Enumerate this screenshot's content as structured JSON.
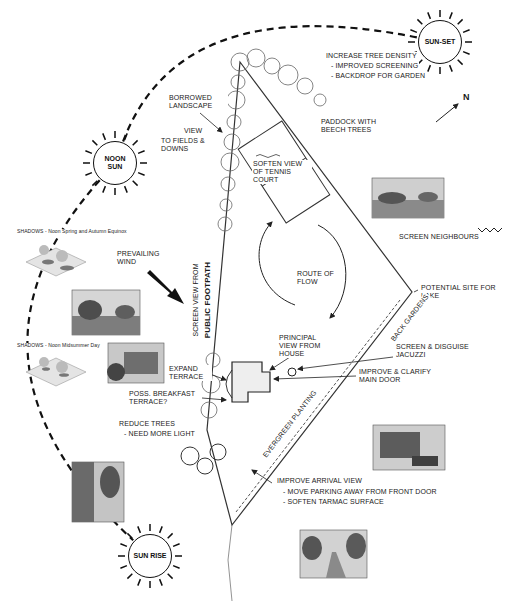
{
  "diagram": {
    "nodes": [
      {
        "text": [
          "SUN-SET"
        ]
      },
      {
        "text": [
          "NOON SUN"
        ]
      },
      {
        "text": [
          "SUN RISE"
        ]
      }
    ],
    "edges": [
      {
        "from": 1,
        "to": 0,
        "arrow": "none"
      },
      {
        "from": 1,
        "to": 2,
        "arrow": "none"
      }
    ],
    "labels": [
      "INCREASE TREE DENSITY",
      "- IMPROVED SCREENING",
      "- BACKDROP FOR GARDEN",
      "PADDOCK WITH BEECH TREES",
      "BORROWED LANDSCAPE",
      "VIEW",
      "TO FIELDS & DOWNS",
      "SOFTEN VIEW OF TENNIS COURT",
      "SCREEN VIEW FROM",
      "PUBLIC FOOTPATH",
      "PREVAILING WIND",
      "SCREEN NEIGHBOURS",
      "ROUTE OF FLOW",
      "POTENTIAL SITE FOR LAKE",
      "BACK GARDENS",
      "SCREEN & DISGUISE JACUZZI",
      "PRINCIPAL VIEW FROM HOUSE",
      "IMPROVE & CLARIFY MAIN DOOR",
      "EXPAND TERRACE",
      "POSS. BREAKFAST TERRACE?",
      "REDUCE TREES",
      "- NEED MORE LIGHT",
      "EVERGREEN PLANTING",
      "IMPROVE ARRIVAL VIEW",
      "- MOVE PARKING AWAY FROM FRONT DOOR",
      "- SOFTEN TARMAC SURFACE",
      "SHADOWS - Noon Spring and Autumn Equinox",
      "SHADOWS - Noon Midsummer Day",
      "N"
    ]
  }
}
